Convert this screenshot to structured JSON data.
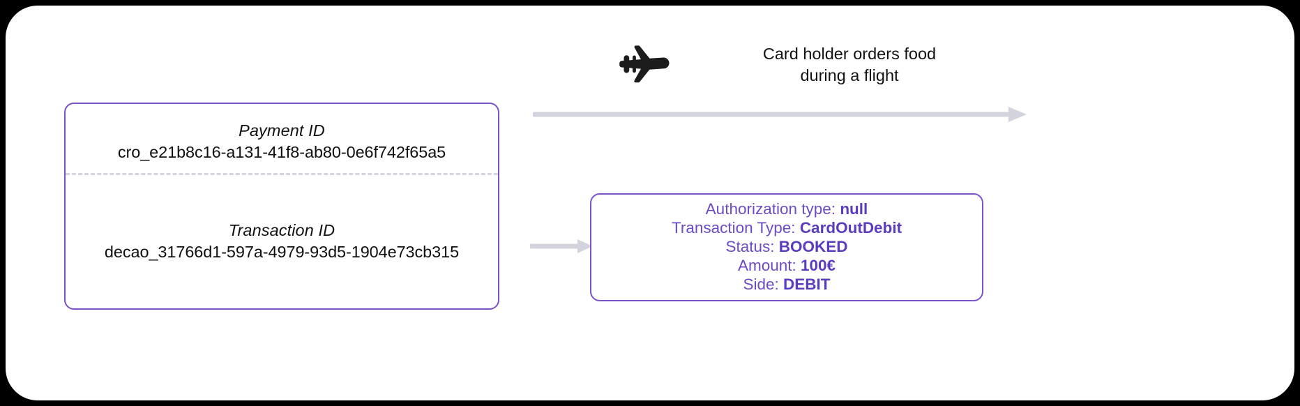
{
  "diagram": {
    "left_panel": {
      "payment": {
        "label": "Payment ID",
        "value": "cro_e21b8c16-a131-41f8-ab80-0e6f742f65a5"
      },
      "transaction": {
        "label": "Transaction ID",
        "value": "decao_31766d1-597a-4979-93d5-1904e73cb315"
      }
    },
    "annotation": {
      "icon": "airplane-icon",
      "caption": "Card holder orders food\nduring a flight"
    },
    "detail_panel": {
      "rows": [
        {
          "label": "Authorization type:",
          "value": "null"
        },
        {
          "label": "Transaction Type:",
          "value": "CardOutDebit"
        },
        {
          "label": "Status:",
          "value": "BOOKED"
        },
        {
          "label": "Amount:",
          "value": "100€"
        },
        {
          "label": "Side:",
          "value": "DEBIT"
        }
      ]
    },
    "colors": {
      "panel_border": "#7B52C8",
      "detail_text": "#6C4BC4",
      "detail_value": "#5B3BBF",
      "arrow": "#D3D3DE",
      "divider": "#D5D5E0",
      "surface": "#FFFFFF",
      "backdrop": "#000000",
      "caption_text": "#111111"
    }
  }
}
